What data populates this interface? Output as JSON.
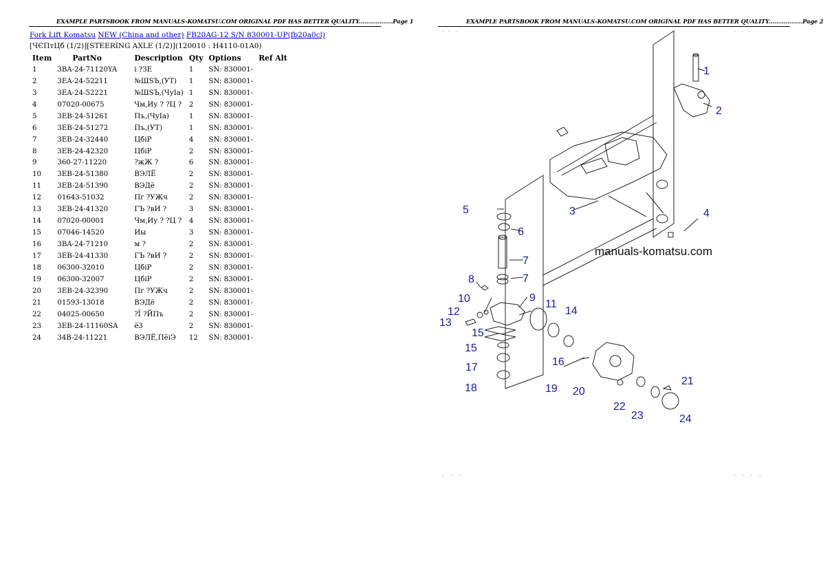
{
  "page1": {
    "header": "EXAMPLE PARTSBOOK FROM MANUALS-KOMATSU.COM ORIGINAL PDF HAS BETTER QUALITY..................Page 1",
    "breadcrumb": {
      "link1": "Fork Lift Komatsu",
      "link2": "NEW (China and other)",
      "link3": "FB20AG-12 S/N 830001-UP(fb20a0cl)"
    },
    "subtitle": "[ЧЄПтЦб (1/2)][STEERING AXLE (1/2)](120010 : H4110-01A0)",
    "columns": [
      "Item",
      "PartNo",
      "Description",
      "Qty",
      "Options",
      "Ref Alt"
    ],
    "rows": [
      [
        "1",
        "3BA-24-71120YA",
        "і ?ЗЕ",
        "1",
        "SN: 830001-",
        ""
      ],
      [
        "2",
        "3EA-24-52211",
        "№ШЅЪ,(УТ)",
        "1",
        "SN: 830001-",
        ""
      ],
      [
        "3",
        "3EA-24-52221",
        "№ШЅЪ,(ЧуІа)",
        "1",
        "SN: 830001-",
        ""
      ],
      [
        "4",
        "07020-00675",
        "Чм,Иу ? ?Ц ?",
        "2",
        "SN: 830001-",
        ""
      ],
      [
        "5",
        "3EB-24-51261",
        "Пъ,(ЧуІа)",
        "1",
        "SN: 830001-",
        ""
      ],
      [
        "6",
        "3EB-24-51272",
        "Пъ,(УТ)",
        "1",
        "SN: 830001-",
        ""
      ],
      [
        "7",
        "3EB-24-32440",
        "ЦбіР",
        "4",
        "SN: 830001-",
        ""
      ],
      [
        "8",
        "3EB-24-42320",
        "ЦбіР",
        "2",
        "SN: 830001-",
        ""
      ],
      [
        "9",
        "360-27-11220",
        "?жЖ ?",
        "6",
        "SN: 830001-",
        ""
      ],
      [
        "10",
        "3EB-24-51380",
        "ВЭЛЁ",
        "2",
        "SN: 830001-",
        ""
      ],
      [
        "11",
        "3EB-24-51390",
        "ВЭДё",
        "2",
        "SN: 830001-",
        ""
      ],
      [
        "12",
        "01643-51032",
        "Пг ?УЖч",
        "2",
        "SN: 830001-",
        ""
      ],
      [
        "13",
        "3EB-24-41320",
        "ГЪ ?вИ ?",
        "3",
        "SN: 830001-",
        ""
      ],
      [
        "14",
        "07020-00001",
        "Чм,Иу ? ?Ц ?",
        "4",
        "SN: 830001-",
        ""
      ],
      [
        "15",
        "07046-14520",
        "Иы",
        "3",
        "SN: 830001-",
        ""
      ],
      [
        "16",
        "3BA-24-71210",
        "м ?",
        "2",
        "SN: 830001-",
        ""
      ],
      [
        "17",
        "3EB-24-41330",
        "ГЪ ?вИ ?",
        "2",
        "SN: 830001-",
        ""
      ],
      [
        "18",
        "06300-32010",
        "ЦбіР",
        "2",
        "SN: 830001-",
        ""
      ],
      [
        "19",
        "06300-32007",
        "ЦбіР",
        "2",
        "SN: 830001-",
        ""
      ],
      [
        "20",
        "3EB-24-32390",
        "Пг ?УЖч",
        "2",
        "SN: 830001-",
        ""
      ],
      [
        "21",
        "01593-13018",
        "ВЭДё",
        "2",
        "SN: 830001-",
        ""
      ],
      [
        "22",
        "04025-00650",
        "?Ї ?ЙПъ",
        "2",
        "SN: 830001-",
        ""
      ],
      [
        "23",
        "3EB-24-11160SA",
        "ё3",
        "2",
        "SN: 830001-",
        ""
      ],
      [
        "24",
        "34B-24-11221",
        "ВЭЛЁ,ПёіЭ",
        "12",
        "SN: 830001-",
        ""
      ]
    ]
  },
  "page2": {
    "header": "EXAMPLE PARTSBOOK FROM MANUALS-KOMATSU.COM ORIGINAL PDF HAS BETTER QUALITY..................Page 2",
    "watermark": "manuals-komatsu.com",
    "callouts": [
      "1",
      "2",
      "3",
      "4",
      "5",
      "6",
      "7",
      "7",
      "8",
      "9",
      "10",
      "11",
      "12",
      "13",
      "14",
      "15",
      "15",
      "16",
      "17",
      "18",
      "19",
      "20",
      "21",
      "22",
      "23",
      "24"
    ]
  }
}
